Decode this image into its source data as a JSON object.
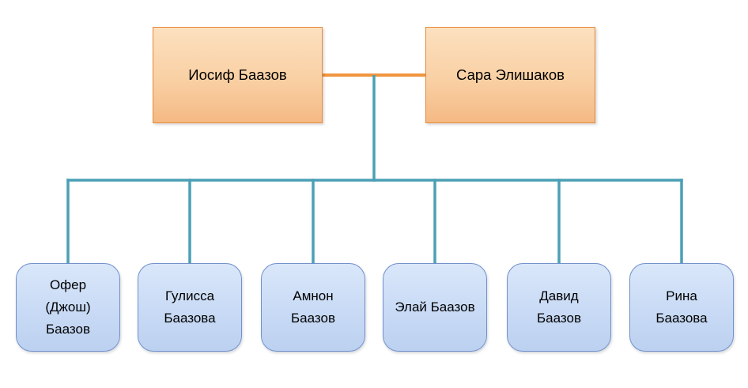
{
  "diagram": {
    "type": "family-tree",
    "parents": [
      {
        "name": "Иосиф Баазов"
      },
      {
        "name": "Сара Элишаков"
      }
    ],
    "children": [
      {
        "name": "Офер (Джош) Баазов"
      },
      {
        "name": "Гулисса Баазова"
      },
      {
        "name": "Амнон Баазов"
      },
      {
        "name": "Элай Баазов"
      },
      {
        "name": "Давид Баазов"
      },
      {
        "name": "Рина Баазова"
      }
    ],
    "colors": {
      "background": "#FFFFFF",
      "parent_box_fill_top": "#FCE0BF",
      "parent_box_fill_bottom": "#F5B984",
      "parent_box_border": "#E5893B",
      "spouse_line": "#F0953F",
      "tree_line": "#4BA0B5",
      "child_box_fill_top": "#DAE7FA",
      "child_box_fill_bottom": "#BCD1F0",
      "child_box_border": "#7291CB",
      "text": "#000000"
    }
  }
}
